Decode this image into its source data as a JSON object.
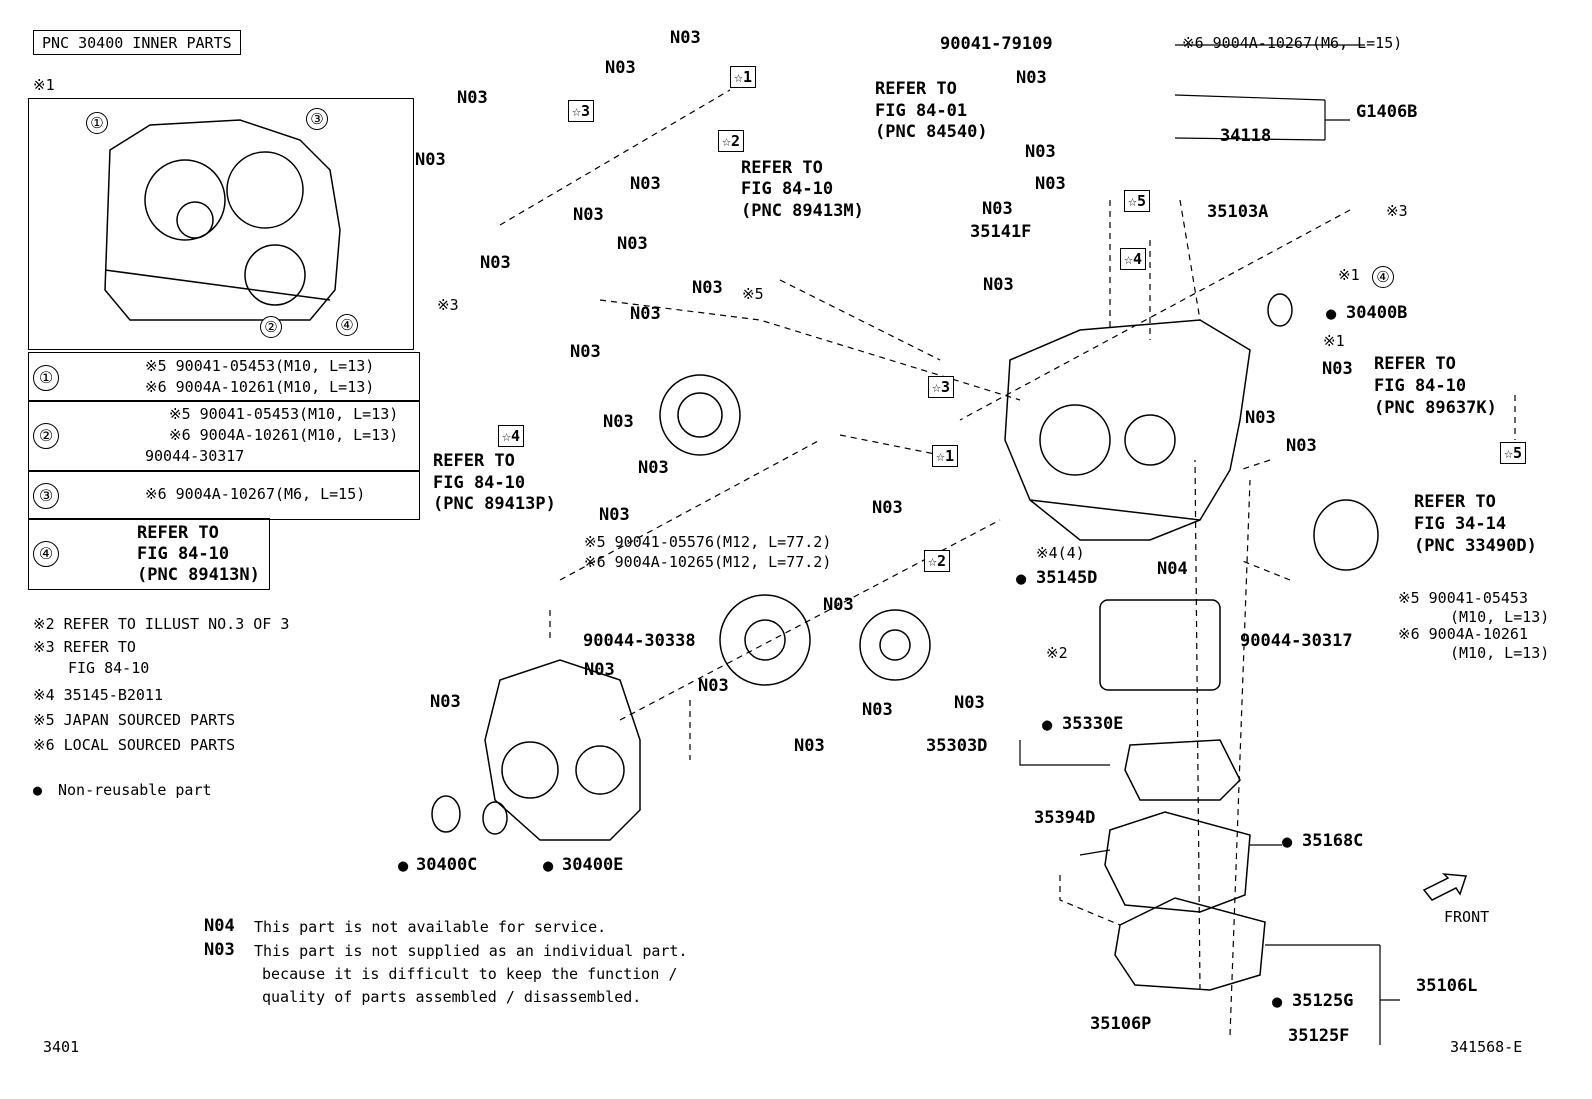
{
  "header": {
    "pnc_title": "PNC 30400 INNER PARTS",
    "note_mark": "※1"
  },
  "inset": {
    "callouts": [
      "①",
      "②",
      "③",
      "④"
    ]
  },
  "legend_rows": [
    {
      "num": "①",
      "lines": [
        "※5 90041-05453(M10, L=13)",
        "※6 9004A-10261(M10, L=13)"
      ]
    },
    {
      "num": "②",
      "lines": [
        "※5 90041-05453(M10, L=13)",
        "※6 9004A-10261(M10, L=13)",
        "90044-30317"
      ]
    },
    {
      "num": "③",
      "lines": [
        "※6 9004A-10267(M6, L=15)"
      ]
    },
    {
      "num": "④",
      "lines": [
        "REFER TO",
        "FIG 84-10",
        "(PNC 89413N)"
      ]
    }
  ],
  "notes": [
    "※2 REFER TO ILLUST NO.3 OF 3",
    "※3 REFER TO",
    "FIG 84-10",
    "※4 35145-B2011",
    "※5 JAPAN SOURCED PARTS",
    "※6 LOCAL SOURCED PARTS",
    "Non-reusable part"
  ],
  "footnotes": {
    "n04_code": "N04",
    "n04_text": "This part is not available for service.",
    "n03_code": "N03",
    "n03_line1": "This part is not supplied as an individual part.",
    "n03_line2": "because it is difficult to keep the function /",
    "n03_line3": "quality of parts assembled / disassembled."
  },
  "page_left": "3401",
  "page_right": "341568-E",
  "front_label": "FRONT",
  "labels": {
    "n03": "N03",
    "n04": "N04",
    "p90041_79109": "90041-79109",
    "p9004a_10267": "※6 9004A-10267(M6, L=15)",
    "g1406b": "G1406B",
    "p34118": "34118",
    "p35103a": "35103A",
    "x3": "※3",
    "x1": "※1",
    "x1_4": "※1",
    "p30400b": "30400B",
    "p35141f": "35141F",
    "refer_84_01": [
      "REFER TO",
      "FIG 84-01",
      "(PNC 84540)"
    ],
    "refer_89413m": [
      "REFER TO",
      "FIG 84-10",
      "(PNC 89413M)"
    ],
    "refer_89413p": [
      "REFER TO",
      "FIG 84-10",
      "(PNC 89413P)"
    ],
    "refer_89637k": [
      "REFER TO",
      "FIG 84-10",
      "(PNC 89637K)"
    ],
    "refer_33490d": [
      "REFER TO",
      "FIG 34-14",
      "(PNC 33490D)"
    ],
    "x5": "※5",
    "bolt_long": [
      "※5 90041-05576(M12, L=77.2)",
      "※6 9004A-10265(M12, L=77.2)"
    ],
    "p90044_30338": "90044-30338",
    "x4_4": "※4(4)",
    "p35145d": "35145D",
    "p90044_30317": "90044-30317",
    "side_bolt": [
      "※5 90041-05453",
      "(M10, L=13)",
      "※6 9004A-10261",
      "(M10, L=13)"
    ],
    "x2": "※2",
    "p35330e": "35330E",
    "p35303d": "35303D",
    "p35394d": "35394D",
    "p35168c": "35168C",
    "p30400c": "30400C",
    "p30400e": "30400E",
    "p35106l": "35106L",
    "p35125g": "35125G",
    "p35125f": "35125F",
    "p35106p": "35106P",
    "stars": [
      "☆1",
      "☆2",
      "☆3",
      "☆4",
      "☆5"
    ]
  }
}
